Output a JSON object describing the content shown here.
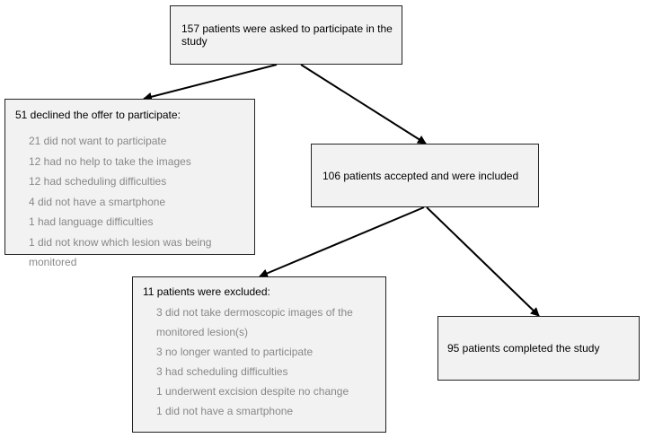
{
  "nodes": {
    "top": {
      "text": "157 patients were asked to participate in the study"
    },
    "declined": {
      "title": "51 declined the offer to participate:",
      "items": [
        "21 did not want to participate",
        "12 had no help to take the images",
        "12 had scheduling difficulties",
        "4 did not have a smartphone",
        "1 had language difficulties",
        "1 did not know which lesion was being monitored"
      ]
    },
    "accepted": {
      "text": "106 patients accepted and were included"
    },
    "excluded": {
      "title": "11 patients were excluded:",
      "items": [
        "3 did not take dermoscopic images of the monitored lesion(s)",
        "3 no longer wanted to participate",
        "3 had scheduling difficulties",
        "1 underwent excision despite no change",
        "1 did not have a smartphone"
      ]
    },
    "completed": {
      "text": "95 patients completed the study"
    }
  },
  "edges": [
    {
      "from": "top",
      "to": "declined"
    },
    {
      "from": "top",
      "to": "accepted"
    },
    {
      "from": "accepted",
      "to": "excluded"
    },
    {
      "from": "accepted",
      "to": "completed"
    }
  ],
  "colors": {
    "box_fill": "#f2f2f2",
    "border": "#222222",
    "title_text": "#000000",
    "detail_text": "#888888",
    "arrow": "#000000"
  }
}
